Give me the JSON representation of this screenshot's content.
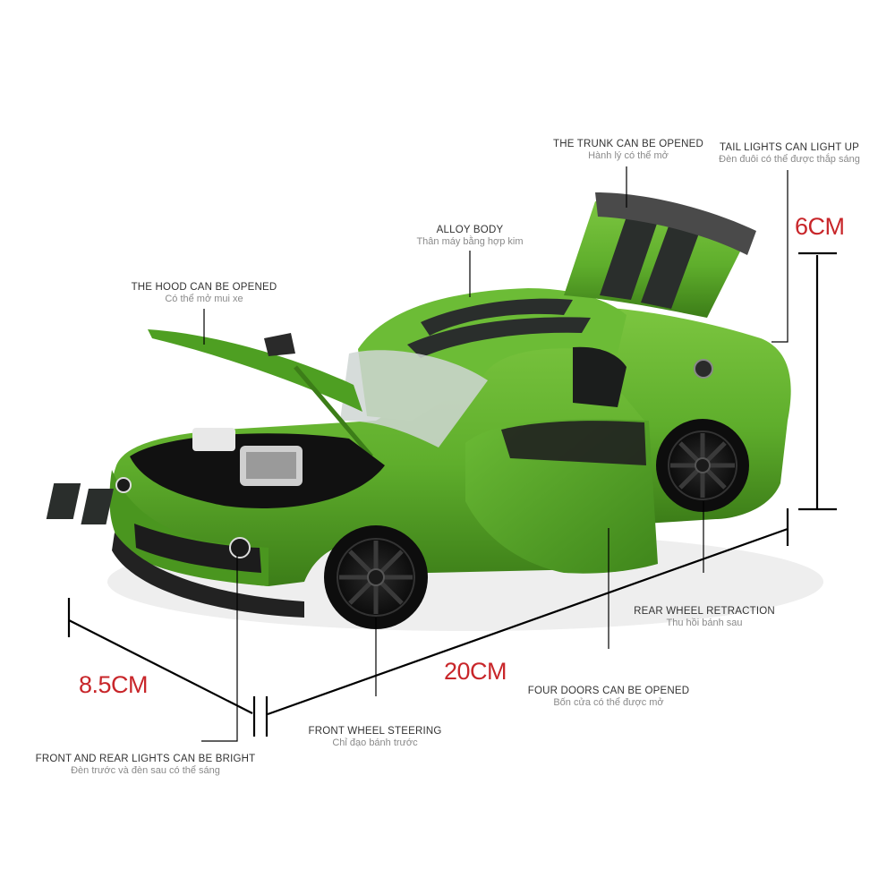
{
  "colors": {
    "car_body": "#5fae2c",
    "car_body_dark": "#3c7d18",
    "stripe": "#2a2e2c",
    "dimension_text": "#c8262a",
    "callout_text": "#333333",
    "callout_subtext": "#8a8a8a",
    "line": "#000000"
  },
  "callouts": {
    "trunk": {
      "en": "THE TRUNK CAN BE OPENED",
      "vi": "Hành lý có thể mở"
    },
    "tail_lights": {
      "en": "TAIL LIGHTS CAN LIGHT UP",
      "vi": "Đèn đuôi có thể được thắp sáng"
    },
    "alloy_body": {
      "en": "ALLOY BODY",
      "vi": "Thân máy bằng hợp kim"
    },
    "hood": {
      "en": "THE HOOD CAN BE OPENED",
      "vi": "Có thể mở mui xe"
    },
    "rear_wheel": {
      "en": "REAR WHEEL RETRACTION",
      "vi": "Thu hồi bánh sau"
    },
    "four_doors": {
      "en": "FOUR DOORS CAN BE OPENED",
      "vi": "Bốn cửa có thể được mở"
    },
    "front_wheel": {
      "en": "FRONT WHEEL STEERING",
      "vi": "Chỉ đạo bánh trước"
    },
    "lights": {
      "en": "FRONT AND REAR LIGHTS CAN BE BRIGHT",
      "vi": "Đèn trước và đèn sau có thể sáng"
    }
  },
  "dimensions": {
    "height": "6CM",
    "width": "8.5CM",
    "length": "20CM"
  }
}
